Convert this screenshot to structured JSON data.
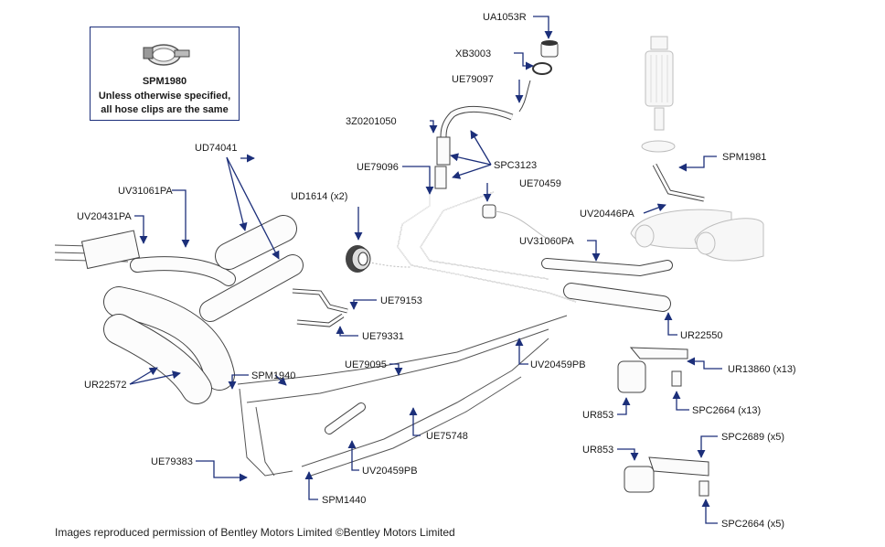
{
  "note": {
    "code": "SPM1980",
    "line1": "Unless otherwise specified,",
    "line2": "all hose clips are the same"
  },
  "copyright": "Images reproduced permission of Bentley Motors Limited ©Bentley Motors Limited",
  "labels": {
    "ua1053r": "UA1053R",
    "xb3003": "XB3003",
    "ue79097": "UE79097",
    "z3z0201050": "3Z0201050",
    "spc3123": "SPC3123",
    "ue79096": "UE79096",
    "ud1614": "UD1614 (x2)",
    "ue70459": "UE70459",
    "ud74041": "UD74041",
    "uv31061pa": "UV31061PA",
    "uv20431pa": "UV20431PA",
    "spm1981": "SPM1981",
    "uv20446pa": "UV20446PA",
    "uv31060pa": "UV31060PA",
    "ue79153": "UE79153",
    "ue79331": "UE79331",
    "ur22550": "UR22550",
    "ur22572": "UR22572",
    "spm1940": "SPM1940",
    "ue79095": "UE79095",
    "uv20459pb_top": "UV20459PB",
    "ur13860": "UR13860 (x13)",
    "spc2664_a": "SPC2664 (x13)",
    "ur853_a": "UR853",
    "ue75748": "UE75748",
    "ur853_b": "UR853",
    "spc2689": "SPC2689 (x5)",
    "ue79383": "UE79383",
    "uv20459pb_bottom": "UV20459PB",
    "spm1440": "SPM1440",
    "spc2664_b": "SPC2664 (x5)"
  }
}
